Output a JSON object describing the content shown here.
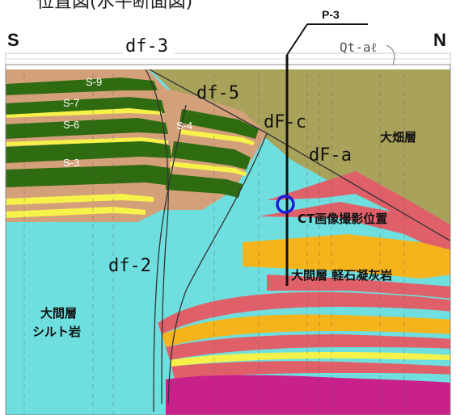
{
  "caption": "位置図(水平断面図)",
  "borehole": "P-3",
  "orientation": {
    "left": "S",
    "right": "N"
  },
  "strata_units": {
    "s9": "S-9",
    "s7": "S-7",
    "s6": "S-6",
    "s4": "S-4",
    "s3": "S-3"
  },
  "faults": {
    "df3": "df-3",
    "df5": "df-5",
    "dfc": "dF-c",
    "dfa": "dF-a",
    "df2": "df-2"
  },
  "qt": "Qt-aℓ",
  "formations": {
    "ohata": "大畑層",
    "oma_tuff": "大間層 軽石凝灰岩",
    "oma_silt_line1": "大間層",
    "oma_silt_line2": "シルト岩"
  },
  "ct_location": "CT画像撮影位置",
  "colors": {
    "ohata": "#a9a25a",
    "tan": "#d4a07a",
    "dark_green": "#2f6b10",
    "cyan": "#6fdede",
    "orange": "#f5b41c",
    "red": "#e0606a",
    "magenta": "#c8228a",
    "yellow": "#f6f24a",
    "marker": "#1c1cdc"
  }
}
